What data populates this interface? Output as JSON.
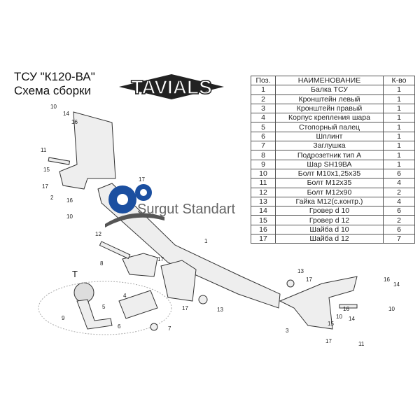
{
  "header": {
    "title": "ТСУ  \"К120-ВА\"",
    "subtitle": "Схема сборки",
    "logo_text": "TAVIALS"
  },
  "watermark": {
    "text": "Surgut Standart"
  },
  "table": {
    "headers": [
      "Поз.",
      "НАИМЕНОВАНИЕ",
      "К-во"
    ],
    "rows": [
      [
        "1",
        "Балка ТСУ",
        "1"
      ],
      [
        "2",
        "Кронштейн левый",
        "1"
      ],
      [
        "3",
        "Кронштейн правый",
        "1"
      ],
      [
        "4",
        "Корпус крепления шара",
        "1"
      ],
      [
        "5",
        "Стопорный палец",
        "1"
      ],
      [
        "6",
        "Шплинт",
        "1"
      ],
      [
        "7",
        "Заглушка",
        "1"
      ],
      [
        "8",
        "Подрозетник тип А",
        "1"
      ],
      [
        "9",
        "Шар SH19ВА",
        "1"
      ],
      [
        "10",
        "Болт М10х1,25х35",
        "6"
      ],
      [
        "11",
        "Болт М12х35",
        "4"
      ],
      [
        "12",
        "Болт М12х90",
        "2"
      ],
      [
        "13",
        "Гайка М12(с.контр.)",
        "4"
      ],
      [
        "14",
        "Гровер d 10",
        "6"
      ],
      [
        "15",
        "Гровер d 12",
        "2"
      ],
      [
        "16",
        "Шайба d 10",
        "6"
      ],
      [
        "17",
        "Шайба d 12",
        "7"
      ]
    ]
  },
  "callouts": [
    "10",
    "14",
    "16",
    "11",
    "15",
    "17",
    "2",
    "16",
    "10",
    "17",
    "1",
    "12",
    "8",
    "17",
    "T",
    "9",
    "5",
    "4",
    "6",
    "7",
    "17",
    "13",
    "13",
    "17",
    "3",
    "16",
    "14",
    "10",
    "11",
    "15",
    "17",
    "16",
    "14",
    "10"
  ]
}
